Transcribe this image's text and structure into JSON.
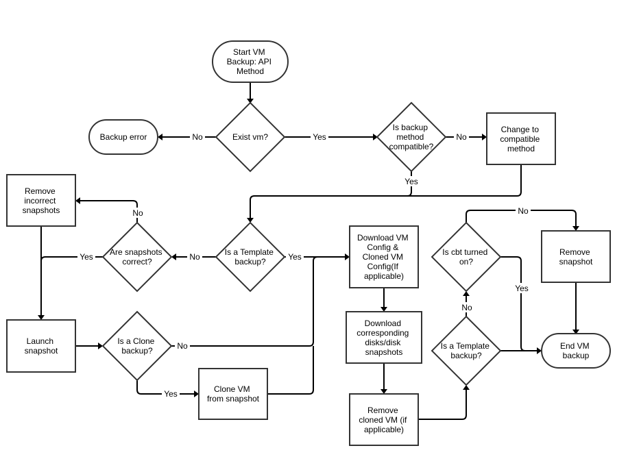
{
  "nodes": {
    "start": {
      "lines": [
        "Start VM",
        "Backup: API",
        "Method"
      ]
    },
    "exist": {
      "lines": [
        "Exist vm?"
      ]
    },
    "backup_error": {
      "lines": [
        "Backup error"
      ]
    },
    "compatible": {
      "lines": [
        "Is backup",
        "method",
        "compatible?"
      ]
    },
    "change": {
      "lines": [
        "Change to",
        "compatible",
        "method"
      ]
    },
    "template1": {
      "lines": [
        "Is a Template",
        "backup?"
      ]
    },
    "snapshots_ok": {
      "lines": [
        "Are snapshots",
        "correct?"
      ]
    },
    "remove_incorrect": {
      "lines": [
        "Remove",
        "incorrect",
        "snapshots"
      ]
    },
    "launch": {
      "lines": [
        "Launch",
        "snapshot"
      ]
    },
    "clone_q": {
      "lines": [
        "Is a Clone",
        "backup?"
      ]
    },
    "clone_vm": {
      "lines": [
        "Clone VM",
        "from snapshot"
      ]
    },
    "download_config": {
      "lines": [
        "Download VM",
        "Config &",
        "Cloned VM",
        "Config(If",
        "applicable)"
      ]
    },
    "download_disks": {
      "lines": [
        "Download",
        "corresponding",
        "disks/disk",
        "snapshots"
      ]
    },
    "remove_cloned": {
      "lines": [
        "Remove",
        "cloned VM (if",
        "applicable)"
      ]
    },
    "template2": {
      "lines": [
        "Is a Template",
        "backup?"
      ]
    },
    "cbt": {
      "lines": [
        "Is cbt turned",
        "on?"
      ]
    },
    "remove_snapshot": {
      "lines": [
        "Remove",
        "snapshot"
      ]
    },
    "end": {
      "lines": [
        "End VM",
        "backup"
      ]
    }
  },
  "edge_labels": {
    "exist_no": "No",
    "exist_yes": "Yes",
    "compat_no": "No",
    "compat_yes": "Yes",
    "template1_no": "No",
    "template1_yes": "Yes",
    "snapshots_no": "No",
    "snapshots_yes": "Yes",
    "clone_no": "No",
    "clone_yes": "Yes",
    "cbt_no": "No",
    "cbt_yes": "Yes",
    "template2_no": "No"
  },
  "colors": {
    "stroke": "#333333",
    "edge": "#000000",
    "fill": "#ffffff",
    "text": "#000000"
  }
}
